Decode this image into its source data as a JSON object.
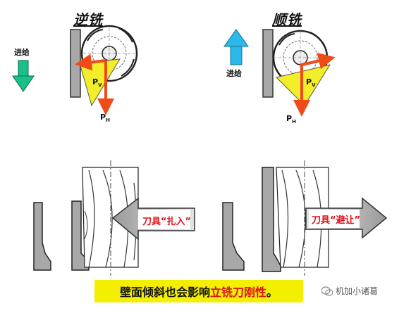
{
  "panels": {
    "left": {
      "title": "逆铣",
      "feed_label": "进给",
      "force_v": "P",
      "force_v_sub": "V",
      "force_h": "P",
      "force_h_sub": "H",
      "callout": "刀具“扎入”"
    },
    "right": {
      "title": "顺铣",
      "feed_label": "进给",
      "force_v": "P",
      "force_v_sub": "V",
      "force_h": "P",
      "force_h_sub": "H",
      "callout": "刀具“避让”"
    }
  },
  "banner": {
    "part1": "壁面倾斜也会影响",
    "part2": "立铣刀刚性",
    "part3": "。"
  },
  "watermark": "机加小诸葛",
  "colors": {
    "force_arrow": "#f04a18",
    "insert": "#f3ee2a",
    "feed_down": "#19c08a",
    "feed_up": "#2ab9ea",
    "banner": "#f4ee00",
    "highlight": "#e0101a"
  }
}
